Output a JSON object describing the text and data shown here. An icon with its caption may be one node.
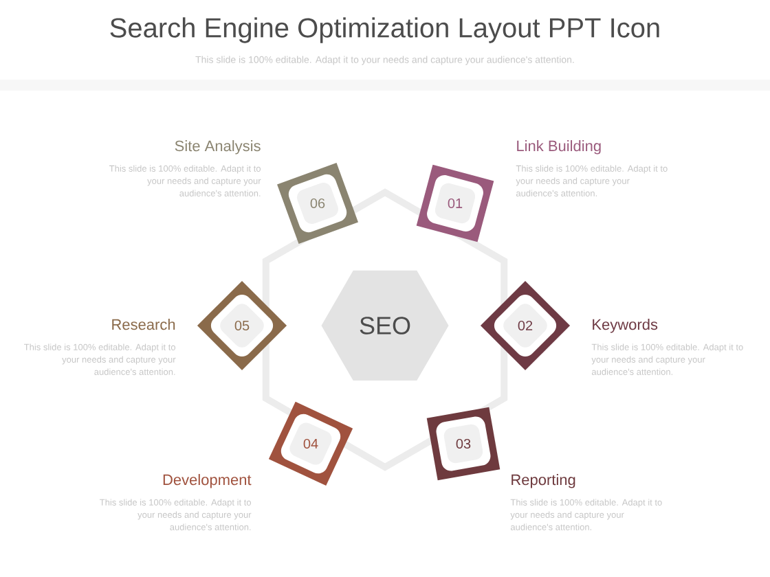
{
  "diagram": {
    "title": "Search Engine Optimization Layout PPT Icon",
    "nodes": [
      {
        "text": [
          "SEO"
        ]
      },
      {
        "text": [
          "06"
        ],
        "beside": [
          "Site Analysis",
          "This slide is 100% editable. Adapt it to your needs and capture your audience's attention."
        ]
      },
      {
        "text": [
          "01"
        ],
        "beside": [
          "Link Building",
          "This slide is 100% editable. Adapt it to your needs and capture your audience's attention."
        ]
      },
      {
        "text": [
          "05"
        ],
        "beside": [
          "Research",
          "This slide is 100% editable. Adapt it to your needs and capture your audience's attention."
        ]
      },
      {
        "text": [
          "02"
        ],
        "beside": [
          "Keywords",
          "This slide is 100% editable. Adapt it to your needs and capture your audience's attention."
        ]
      },
      {
        "text": [
          "04"
        ],
        "beside": [
          "Development",
          "This slide is 100% editable. Adapt it to your needs and capture your audience's attention."
        ]
      },
      {
        "text": [
          "03"
        ],
        "beside": [
          "Reporting",
          "This slide is 100% editable. Adapt it to your needs and capture your audience's attention."
        ]
      }
    ],
    "labels": [
      "This slide is 100% editable. Adapt it to your needs and capture your audience's attention."
    ]
  }
}
